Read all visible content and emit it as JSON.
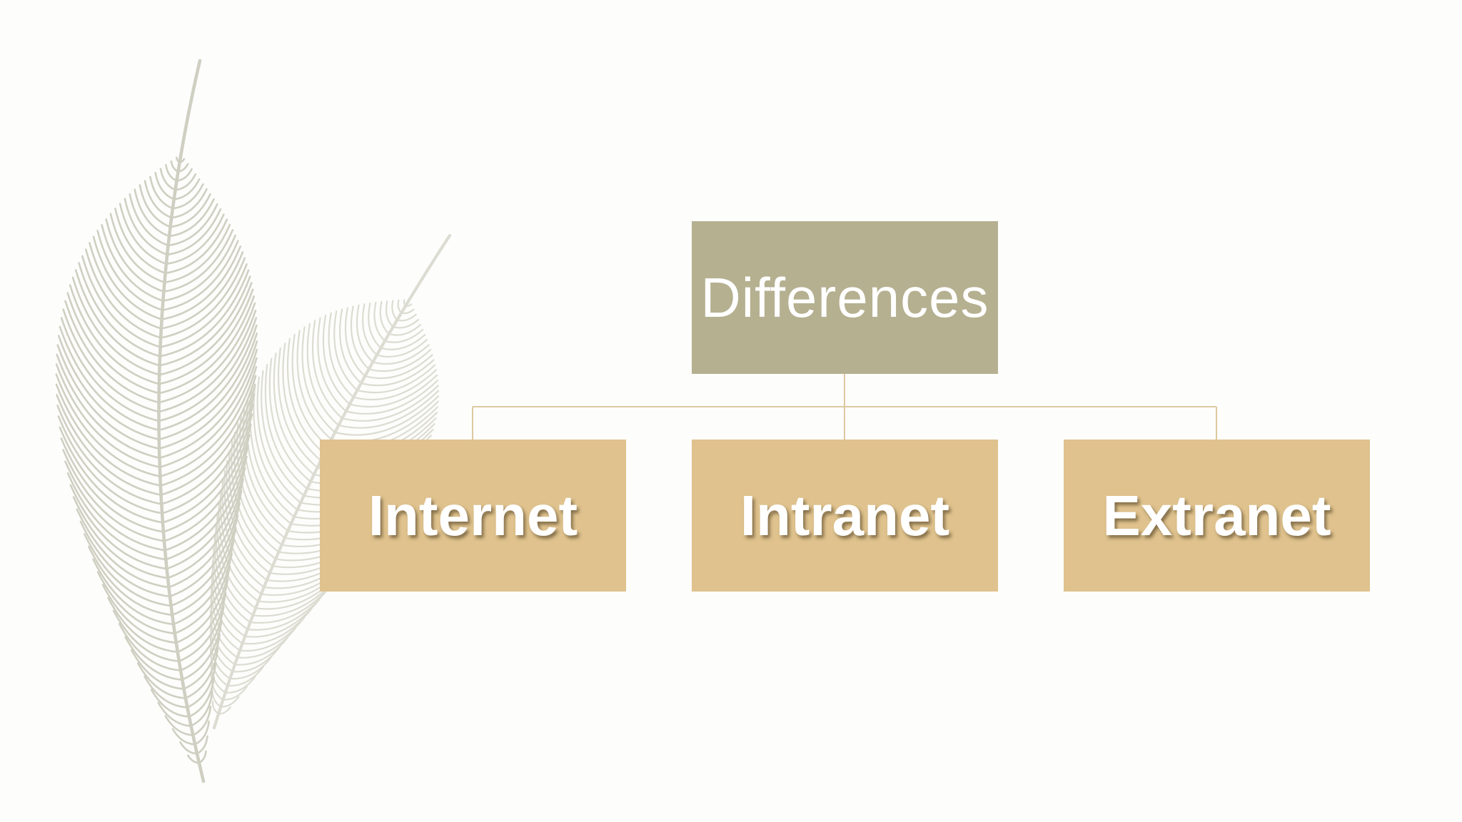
{
  "diagram": {
    "root": {
      "label": "Differences"
    },
    "children": [
      {
        "label": "Internet"
      },
      {
        "label": "Intranet"
      },
      {
        "label": "Extranet"
      }
    ]
  },
  "colors": {
    "background": "#fdfdfc",
    "root_fill": "#b5b090",
    "child_fill": "#dfc28d",
    "connector": "#dcc9a0",
    "feather": "#cfcfc2",
    "text": "#ffffff"
  },
  "decoration": {
    "feather_icon": "feather-illustration"
  }
}
